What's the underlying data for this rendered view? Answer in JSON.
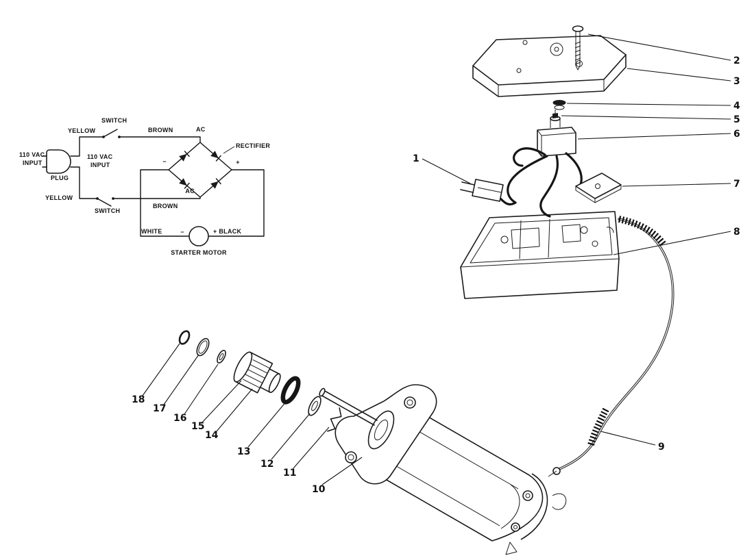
{
  "figure": {
    "kind": "exploded-parts-diagram-with-wiring-schematic",
    "background_color": "#ffffff",
    "line_color": "#1a1a1a"
  },
  "schematic": {
    "labels": {
      "input_voltage": "110 VAC",
      "input_word": "INPUT",
      "plug": "PLUG",
      "yellow_top": "YELLOW",
      "switch_top": "SWITCH",
      "brown_top": "BROWN",
      "ac_top": "AC",
      "rectifier": "RECTIFIER",
      "input2_voltage": "110 VAC",
      "input2_word": "INPUT",
      "yellow_bottom": "YELLOW",
      "switch_bottom": "SWITCH",
      "brown_bottom": "BROWN",
      "ac_bottom": "AC",
      "dc_minus": "−",
      "dc_plus": "+",
      "white": "WHITE",
      "motor_minus": "−",
      "black": "+ BLACK",
      "starter_motor": "STARTER MOTOR"
    }
  },
  "callouts": {
    "c1": "1",
    "c2": "2",
    "c3": "3",
    "c4": "4",
    "c5": "5",
    "c6": "6",
    "c7": "7",
    "c8": "8",
    "c9": "9",
    "c10": "10",
    "c11": "11",
    "c12": "12",
    "c13": "13",
    "c14": "14",
    "c15": "15",
    "c16": "16",
    "c17": "17",
    "c18": "18"
  }
}
